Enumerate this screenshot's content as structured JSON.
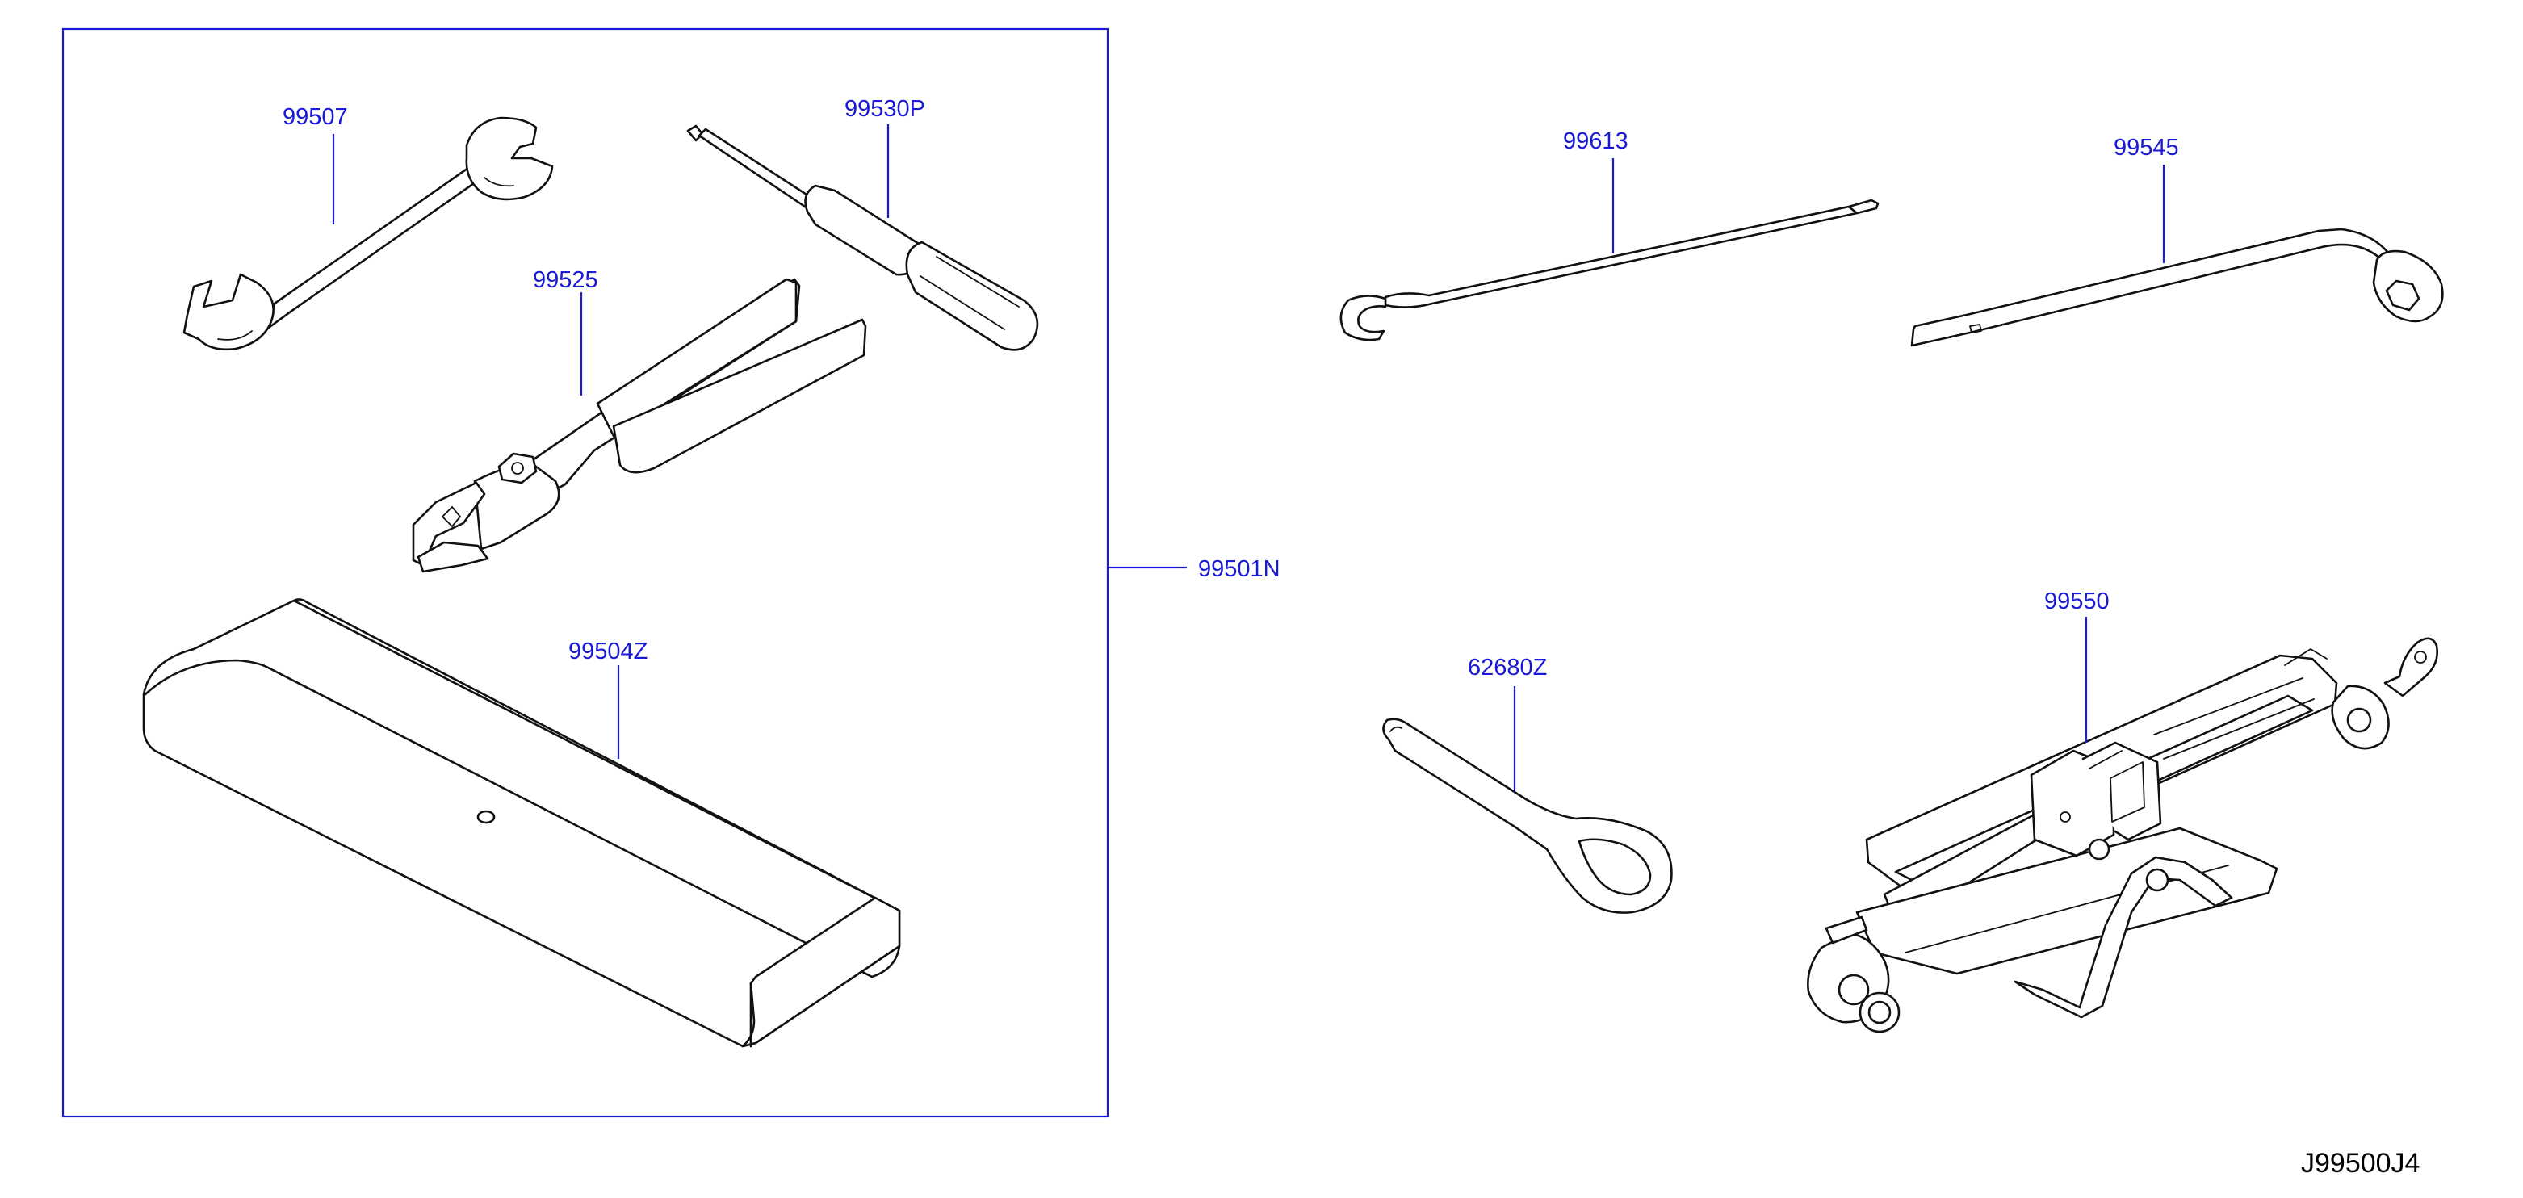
{
  "diagram_code": "J99500J4",
  "parts": [
    {
      "id": "spanner",
      "label": "99507",
      "icon": "open-end-wrench-icon"
    },
    {
      "id": "screwdriver",
      "label": "99530P",
      "icon": "screwdriver-icon"
    },
    {
      "id": "pliers",
      "label": "99525",
      "icon": "pliers-icon"
    },
    {
      "id": "tool-bag",
      "label": "99504Z",
      "icon": "tool-bag-icon"
    },
    {
      "id": "tool-kit",
      "label": "99501N",
      "icon": ""
    },
    {
      "id": "jack-handle",
      "label": "99613",
      "icon": "jack-handle-rod-icon"
    },
    {
      "id": "wheel-nut-wrench",
      "label": "99545",
      "icon": "wheel-nut-wrench-icon"
    },
    {
      "id": "tow-hook",
      "label": "62680Z",
      "icon": "tow-hook-icon"
    },
    {
      "id": "jack",
      "label": "99550",
      "icon": "scissor-jack-icon"
    }
  ],
  "colors": {
    "label": "#1a1ad6",
    "ink": "#111111",
    "background": "#ffffff"
  }
}
